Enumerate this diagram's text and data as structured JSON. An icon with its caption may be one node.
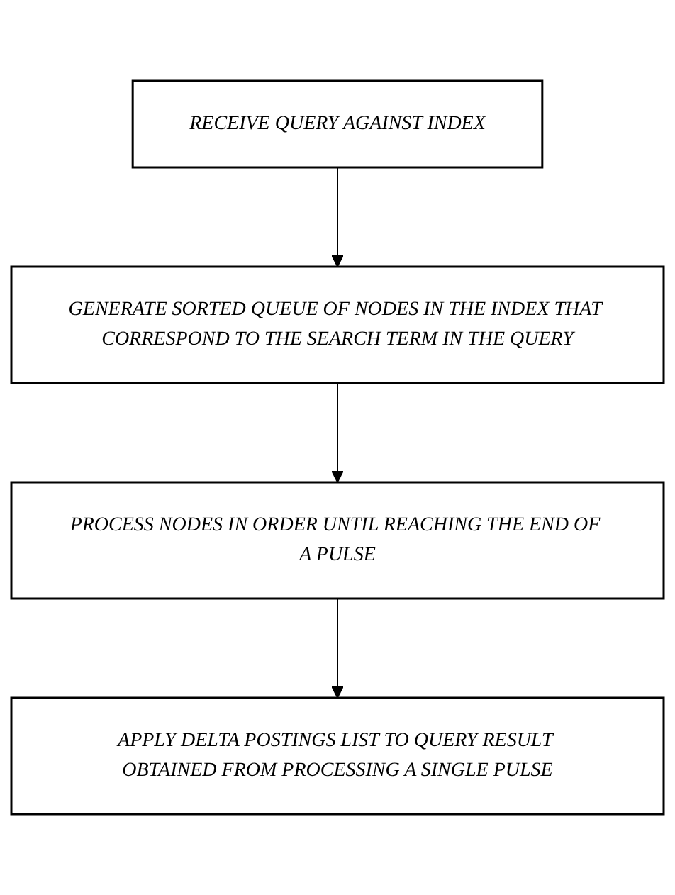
{
  "diagram": {
    "nodes": [
      {
        "text": [
          "RECEIVE QUERY AGAINST INDEX"
        ]
      },
      {
        "text": [
          "GENERATE SORTED QUEUE OF NODES IN THE INDEX THAT CORRESPOND TO THE SEARCH TERM IN THE QUERY"
        ]
      },
      {
        "text": [
          "PROCESS NODES IN ORDER UNTIL REACHING THE END OF A PULSE"
        ]
      },
      {
        "text": [
          "APPLY DELTA POSTINGS LIST TO QUERY RESULT OBTAINED FROM PROCESSING A SINGLE PULSE"
        ]
      }
    ],
    "edges": [
      {
        "from": 0,
        "to": 1,
        "arrow": "to"
      },
      {
        "from": 1,
        "to": 2,
        "arrow": "to"
      },
      {
        "from": 2,
        "to": 3,
        "arrow": "to"
      }
    ]
  }
}
